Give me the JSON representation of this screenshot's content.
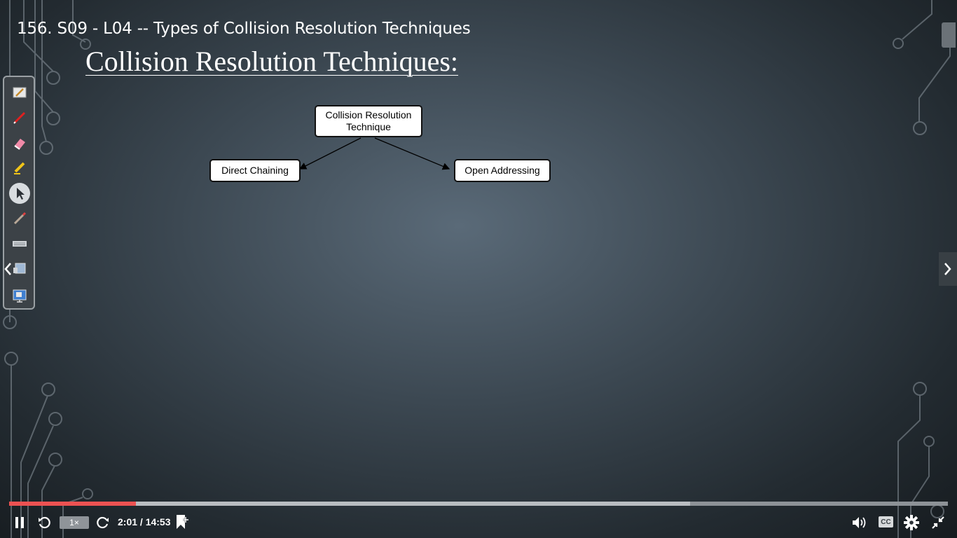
{
  "video": {
    "title": "156. S09 - L04 -- Types of Collision Resolution Techniques"
  },
  "slide": {
    "heading": "Collision Resolution Techniques:",
    "diagram": {
      "root": "Collision Resolution Technique",
      "children": [
        "Direct Chaining",
        "Open Addressing"
      ]
    }
  },
  "toolbar": {
    "tools": [
      "notes-icon",
      "pen-icon",
      "eraser-icon",
      "highlighter-icon",
      "pointer-icon",
      "laser-pen-icon",
      "keyboard-icon",
      "screen-icon",
      "slideshow-icon"
    ],
    "selected": "pointer-icon"
  },
  "player": {
    "playback_rate": "1×",
    "time": "2:01 / 14:53",
    "progress_fraction": 0.135,
    "buffered_fraction": 0.725,
    "cc_label": "CC",
    "accent_color": "#ec5252"
  }
}
